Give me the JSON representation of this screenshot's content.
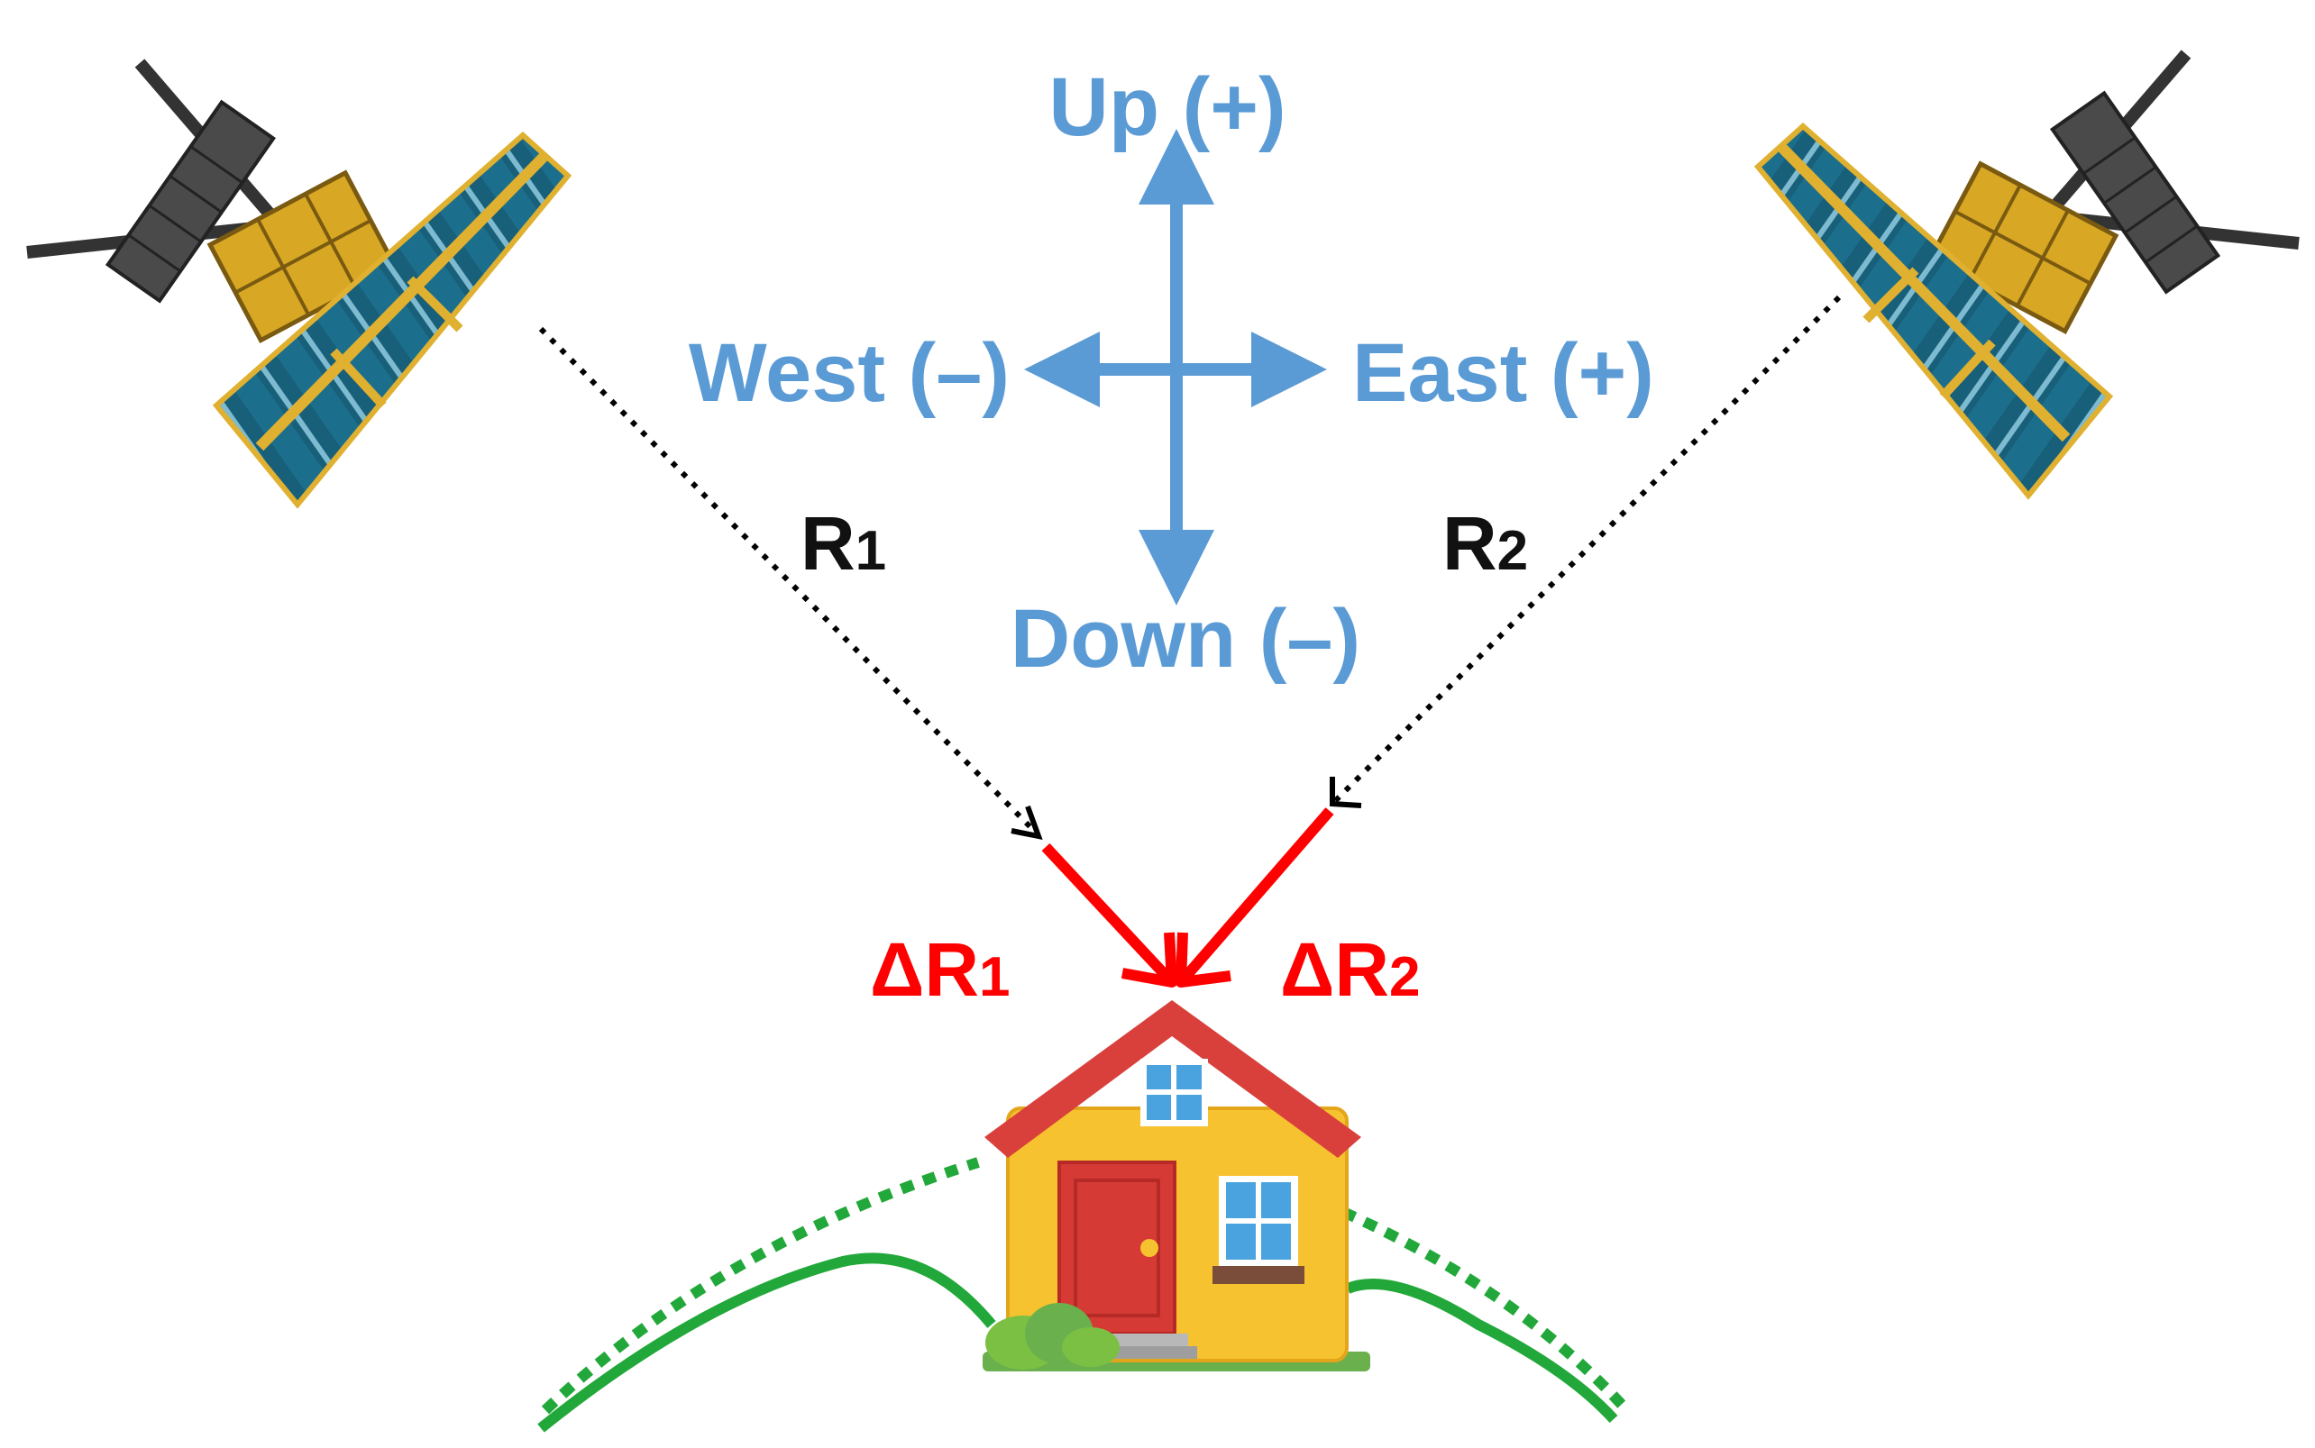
{
  "compass": {
    "up": "Up (+)",
    "down": "Down (–)",
    "west": "West (–)",
    "east": "East (+)"
  },
  "ranges": {
    "r1": {
      "main": "R",
      "sub": "1"
    },
    "r2": {
      "main": "R",
      "sub": "2"
    },
    "dr1": {
      "main": "ΔR",
      "sub": "1"
    },
    "dr2": {
      "main": "ΔR",
      "sub": "2"
    }
  },
  "icons": {
    "satellite_left": "satellite-icon",
    "satellite_right": "satellite-icon",
    "house": "house-icon",
    "bush": "bush-icon"
  },
  "colors": {
    "compass": "#5b9bd5",
    "line_of_sight": "#000000",
    "displacement": "#ff0000",
    "terrain": "#22a83a",
    "roof": "#d9403c",
    "wall": "#f7c22f",
    "door": "#d63a35",
    "window": "#4aa3df",
    "panel": "#1a6b8a",
    "frame": "#e0b030"
  }
}
